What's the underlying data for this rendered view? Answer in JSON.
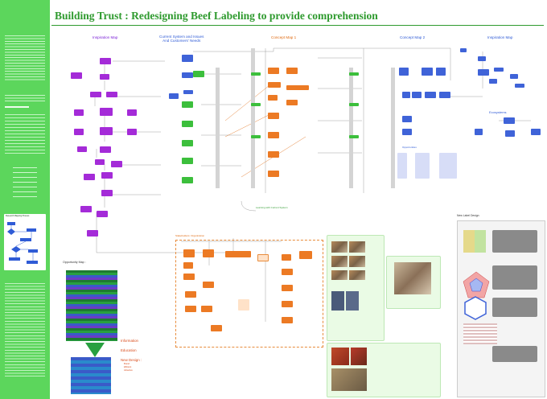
{
  "title": "Building Trust : Redesigning Beef Labeling to provide comprehension",
  "sections": {
    "inspiration_map_left": "Inspiration Map",
    "current_system": "Current System and Issues\nAnd Customers' Needs",
    "concept_map_1": "Concept Map 1",
    "concept_map_2": "Concept Map 2",
    "inspiration_map_right": "Inspiration Map",
    "opportunity_map": "Opportunity Map :",
    "stakeholders": "Stakeholders: Organization",
    "new_label_design": "New Label Design",
    "ecosystems": "Ecosystems",
    "opportunities": "Opportunities",
    "learning_from_current": "Learning with Current System",
    "research_mapping_process": "Research Mapping Process"
  },
  "opportunity_legend": {
    "information": "Information",
    "education": "Education",
    "new_design": "New Design :",
    "new_design_items": [
      "Brand",
      "Efficient",
      "Attractive"
    ]
  },
  "colors": {
    "sidebar": "#5cd65c",
    "title": "#2e9a2e",
    "purple": "#a42bd8",
    "blue": "#3f63d8",
    "orange": "#ec7a24",
    "green": "#3cbf3c"
  }
}
